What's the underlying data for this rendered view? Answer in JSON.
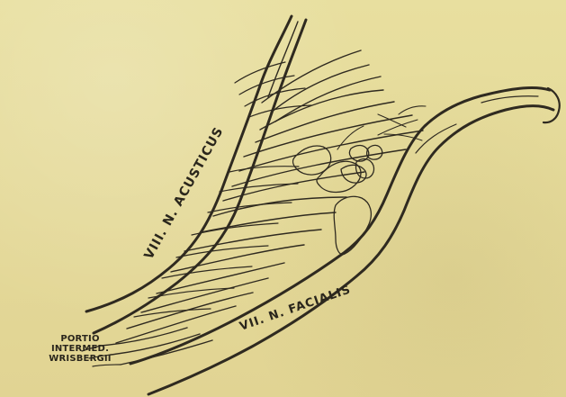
{
  "labels": {
    "acusticus": "VIII. N. ACUSTICUS",
    "facialis": "VII. N. FACIALIS",
    "portio_line1": "PORTIO",
    "portio_line2": "INTERMED.",
    "portio_line3": "WRISBERGII"
  }
}
